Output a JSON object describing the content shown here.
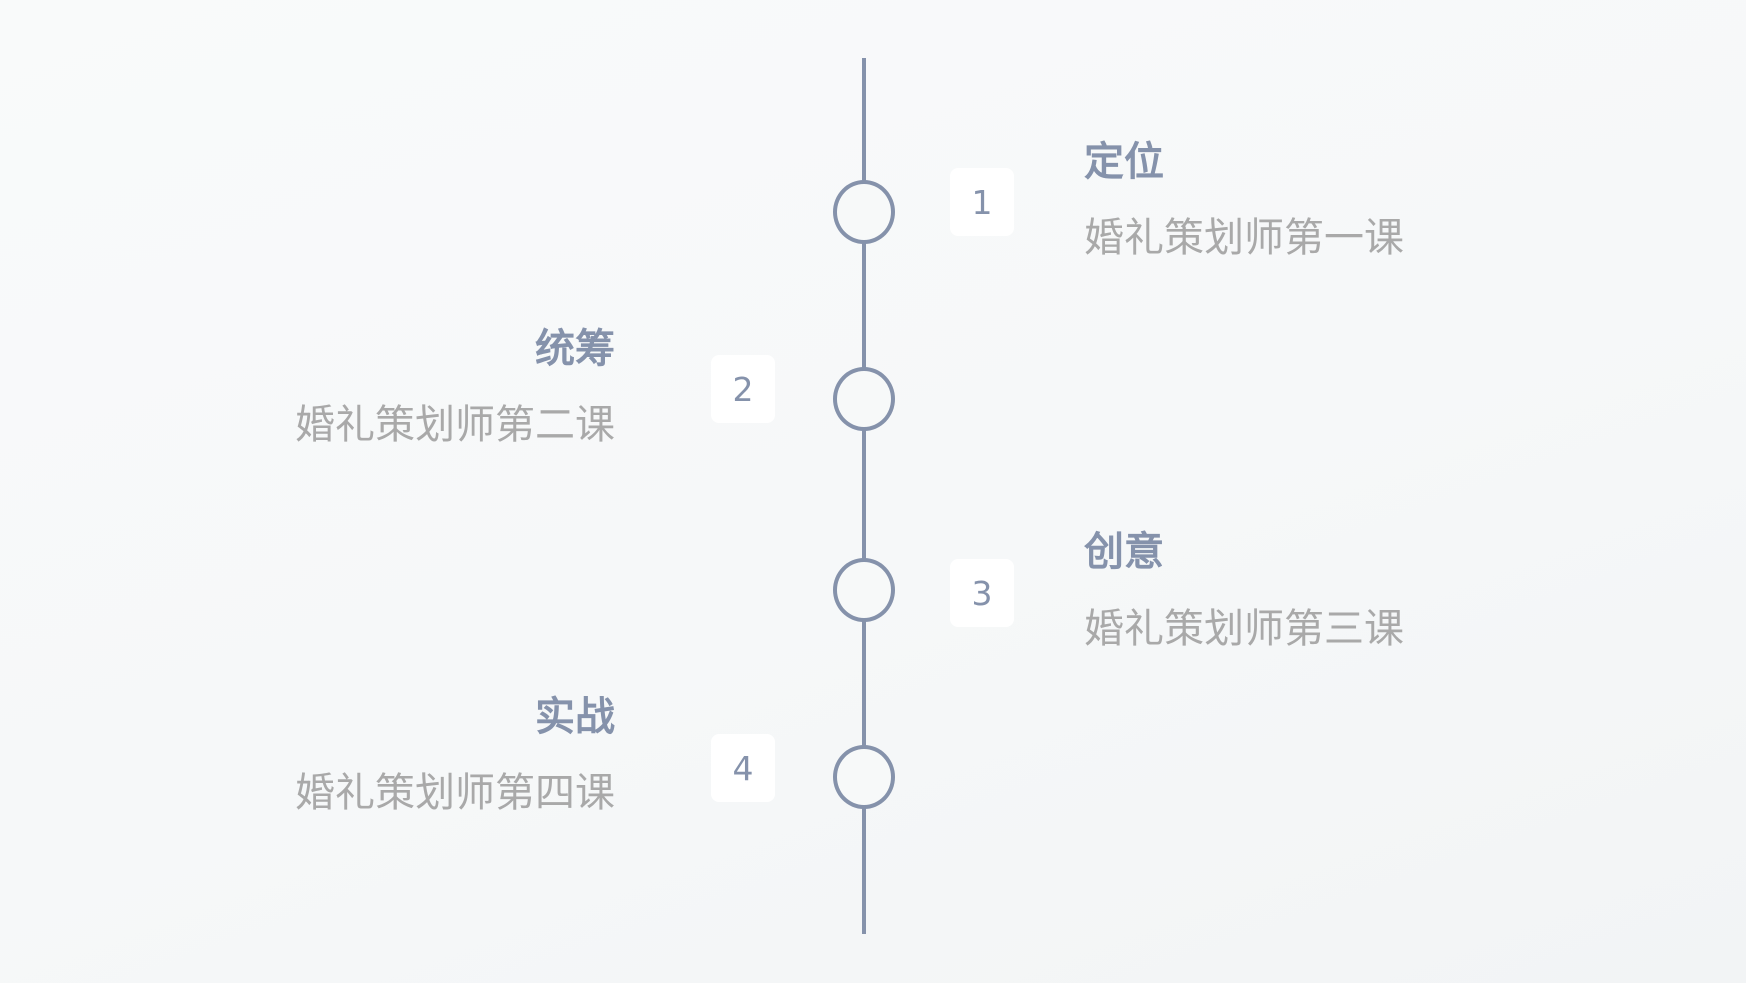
{
  "steps": [
    {
      "number": "1",
      "title": "定位",
      "subtitle": "婚礼策划师第一课",
      "side": "right"
    },
    {
      "number": "2",
      "title": "统筹",
      "subtitle": "婚礼策划师第二课",
      "side": "left"
    },
    {
      "number": "3",
      "title": "创意",
      "subtitle": "婚礼策划师第三课",
      "side": "right"
    },
    {
      "number": "4",
      "title": "实战",
      "subtitle": "婚礼策划师第四课",
      "side": "left"
    }
  ],
  "colors": {
    "accent": "#8592ab",
    "subtitle": "#a9a9a9",
    "background": "#f7f9f9",
    "box": "#ffffff"
  }
}
